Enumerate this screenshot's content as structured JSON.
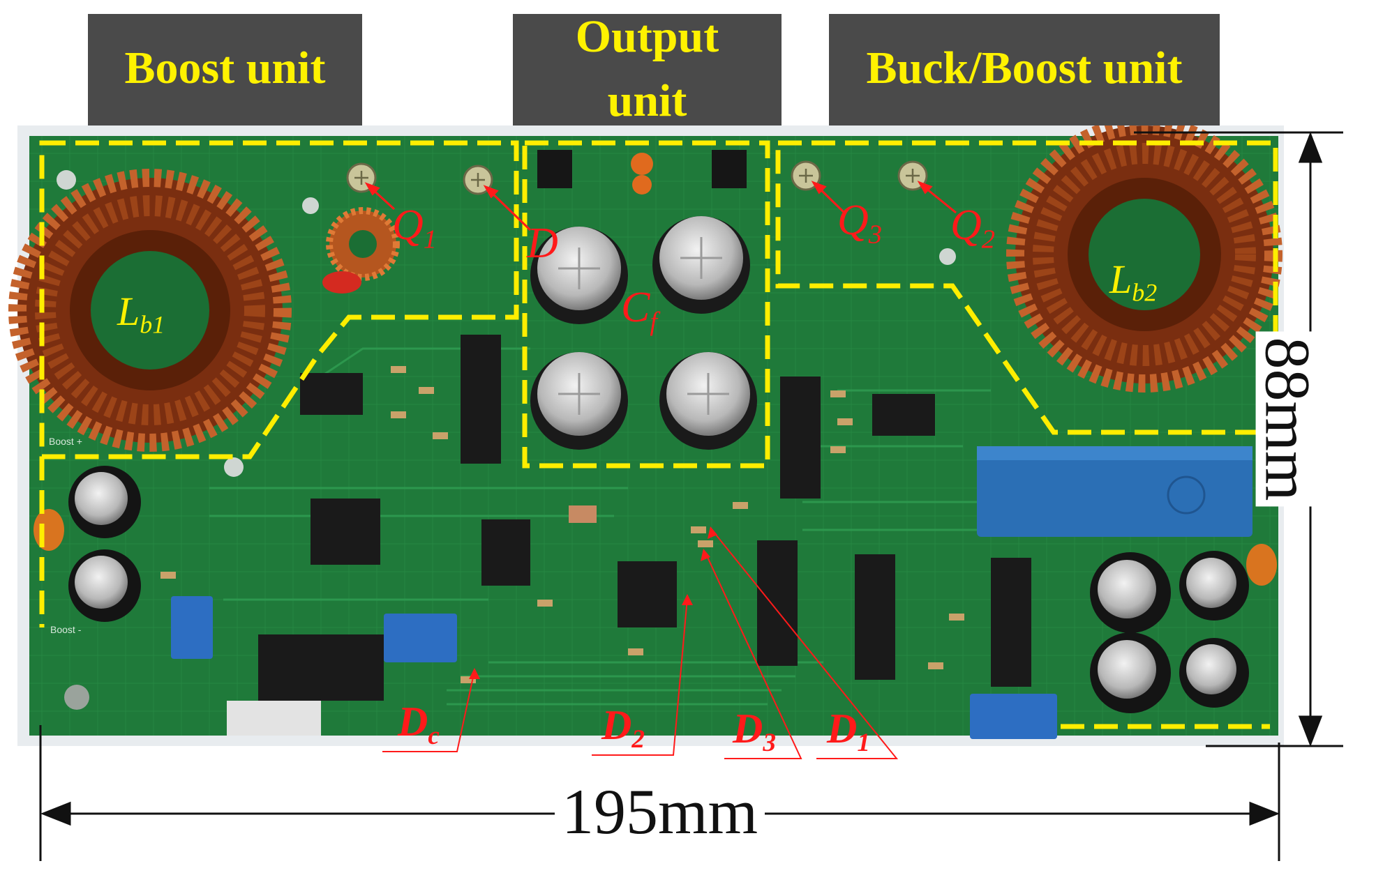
{
  "figure": {
    "header_boost": "Boost unit",
    "header_output_line1": "Output",
    "header_output_line2": "unit",
    "header_buckboost": "Buck/Boost unit",
    "dim_width": "195mm",
    "dim_height": "88mm"
  },
  "components": {
    "lb1_main": "L",
    "lb1_sub": "b1",
    "lb2_main": "L",
    "lb2_sub": "b2",
    "cf_main": "C",
    "cf_sub": "f",
    "q1_main": "Q",
    "q1_sub": "1",
    "d_main": "D",
    "q3_main": "Q",
    "q3_sub": "3",
    "q2_main": "Q",
    "q2_sub": "2",
    "dc_main": "D",
    "dc_sub": "c",
    "d2_main": "D",
    "d2_sub": "2",
    "d3_main": "D",
    "d3_sub": "3",
    "d1_main": "D",
    "d1_sub": "1"
  },
  "silkscreen": {
    "boost_plus": "Boost +",
    "boost_minus": "Boost -"
  },
  "colors": {
    "board": "#1f7a3a",
    "header_box": "#4a4a4a",
    "header_text": "#fff200",
    "unit_outline": "#ffee00",
    "annotation": "#ff1a1a",
    "dimension": "#111111"
  }
}
